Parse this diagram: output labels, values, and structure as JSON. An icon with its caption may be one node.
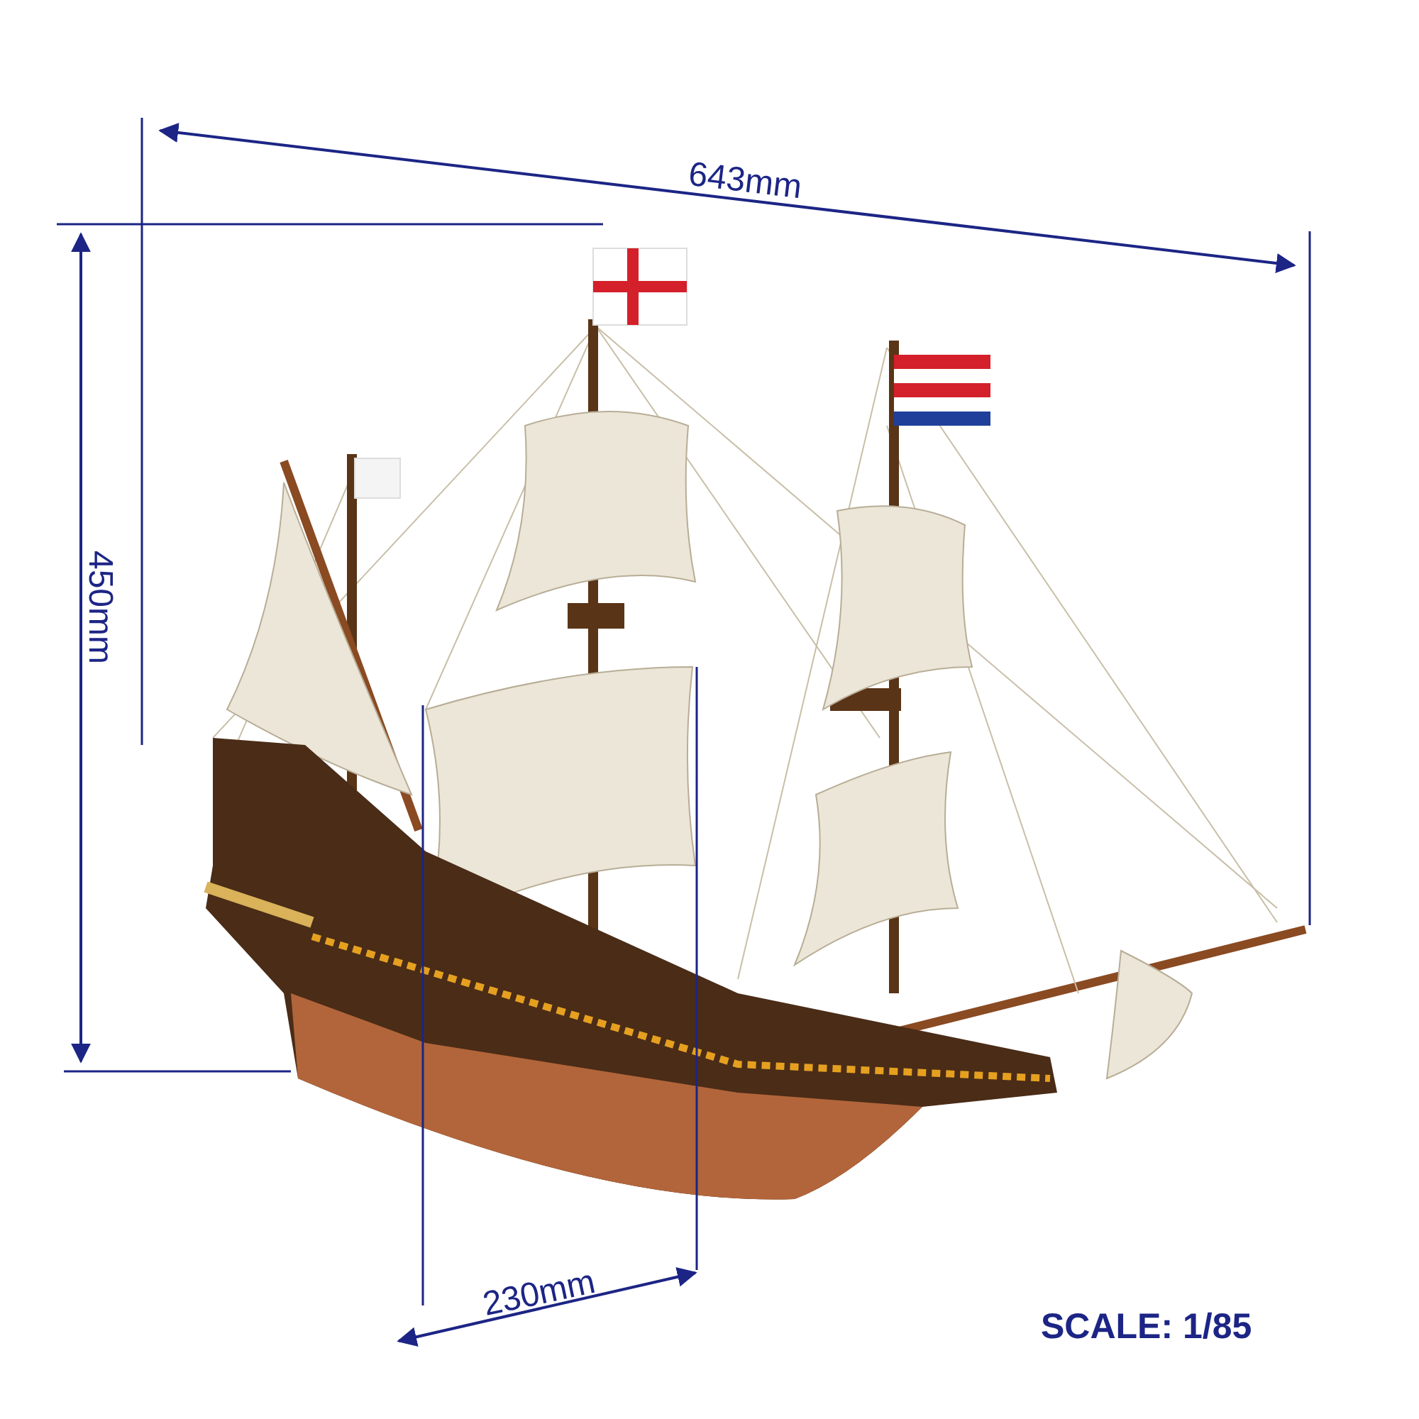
{
  "diagram": {
    "labels": [
      "643mm",
      "450mm",
      "230mm",
      "SCALE: 1/85"
    ]
  }
}
